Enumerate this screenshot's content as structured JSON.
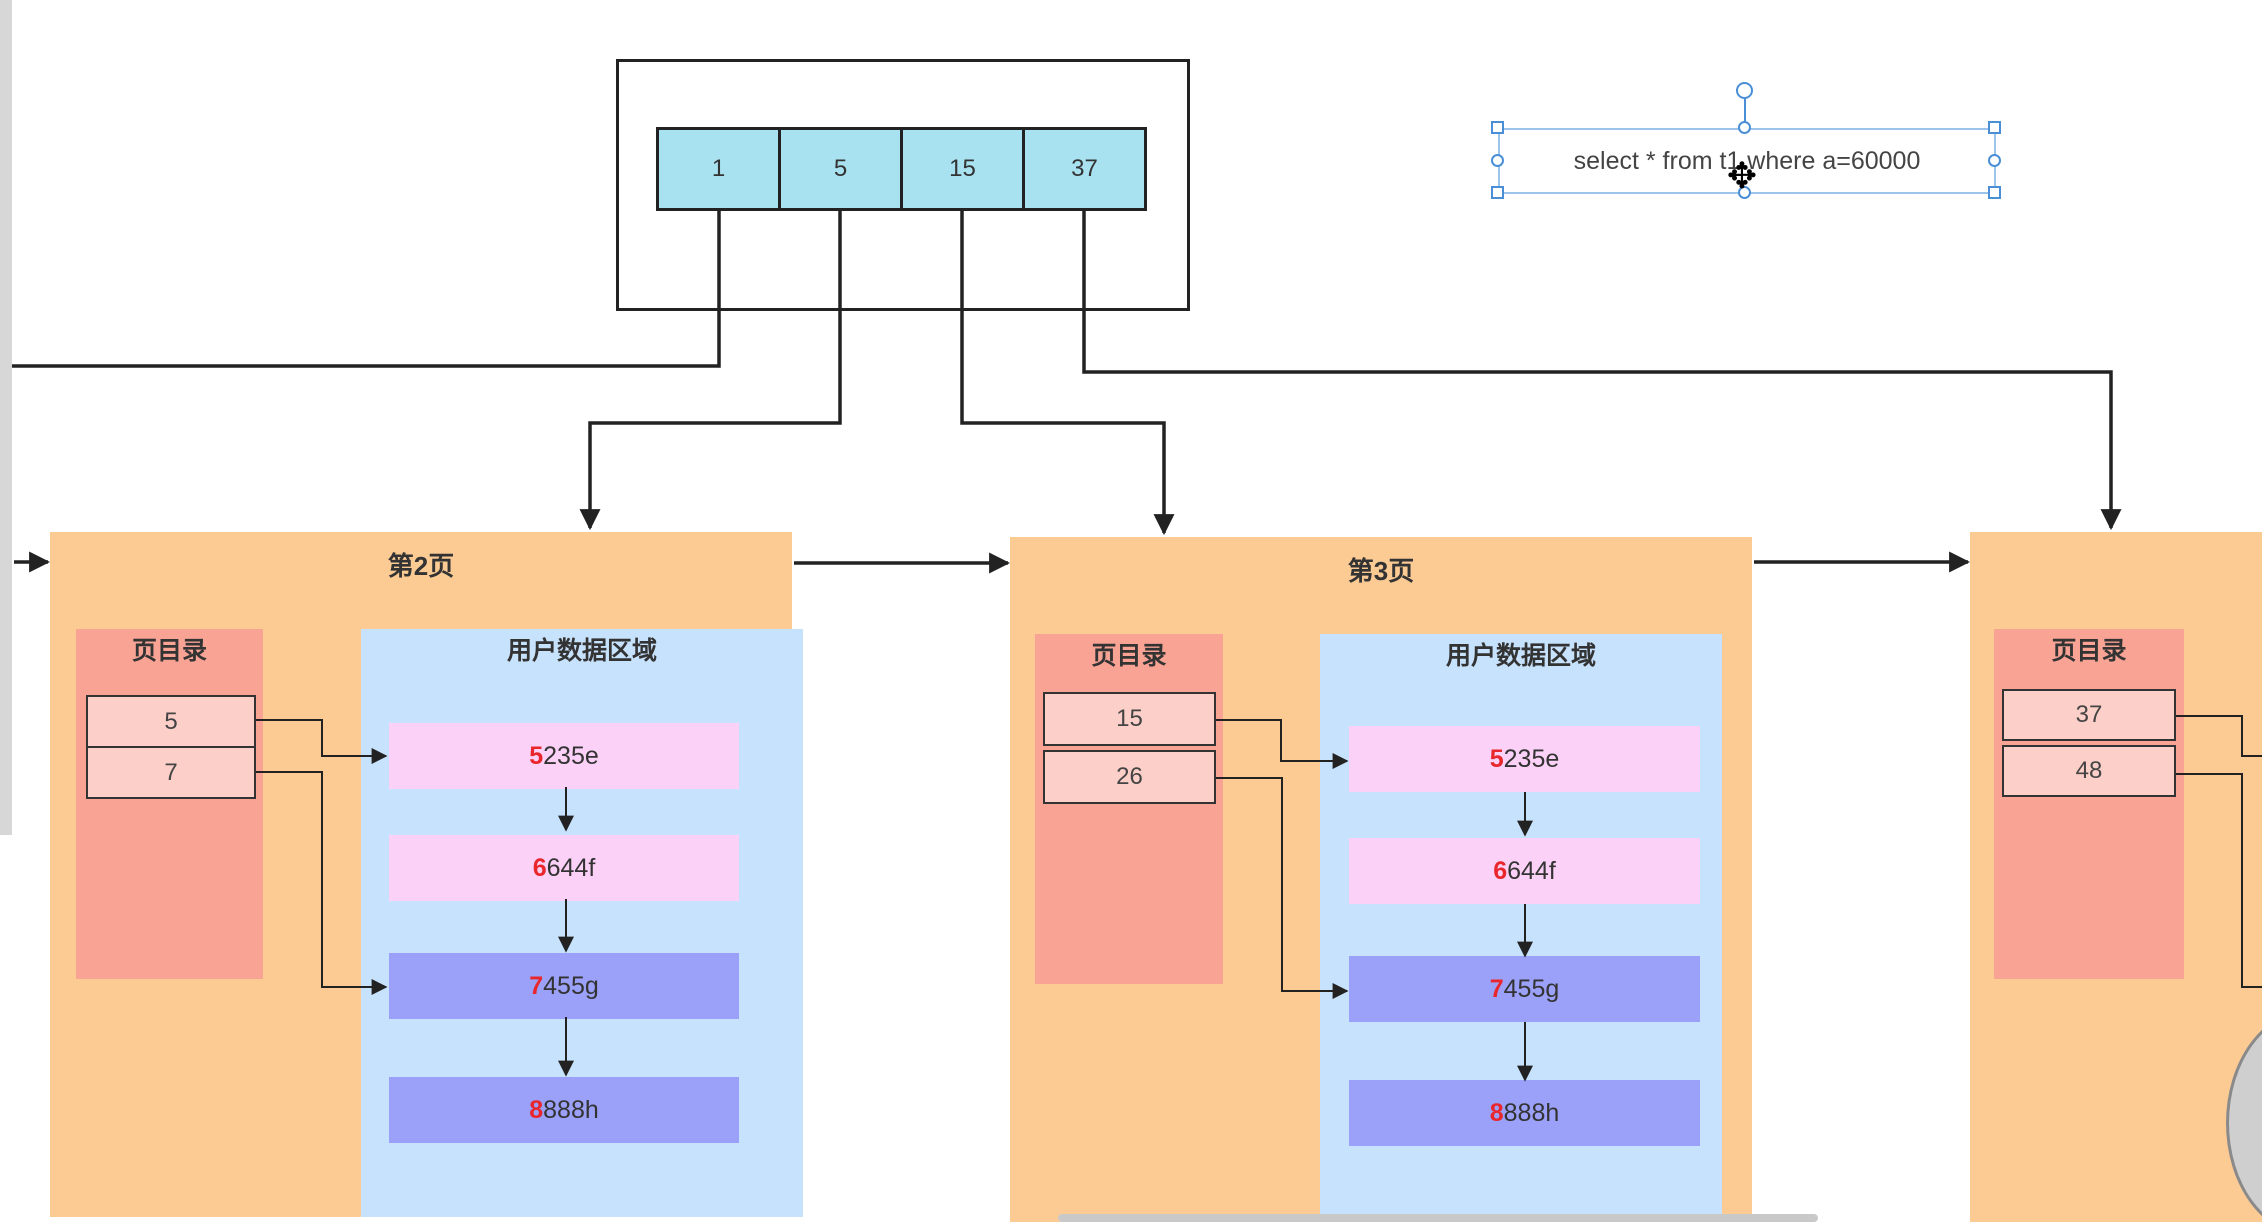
{
  "root_node": {
    "keys": [
      "1",
      "5",
      "15",
      "37"
    ]
  },
  "query_box": {
    "text": "select * from t1 where a=60000",
    "move_icon": "move-arrows-icon"
  },
  "pages": [
    {
      "title": "第2页",
      "directory": {
        "title": "页目录",
        "slots": [
          "5",
          "7"
        ]
      },
      "data_area": {
        "title": "用户数据区域",
        "records": [
          {
            "key": "5",
            "rest": "235e",
            "color": "pink"
          },
          {
            "key": "6",
            "rest": "644f",
            "color": "pink"
          },
          {
            "key": "7",
            "rest": "455g",
            "color": "violet"
          },
          {
            "key": "8",
            "rest": "888h",
            "color": "violet"
          }
        ]
      }
    },
    {
      "title": "第3页",
      "directory": {
        "title": "页目录",
        "slots": [
          "15",
          "26"
        ]
      },
      "data_area": {
        "title": "用户数据区域",
        "records": [
          {
            "key": "5",
            "rest": "235e",
            "color": "pink"
          },
          {
            "key": "6",
            "rest": "644f",
            "color": "pink"
          },
          {
            "key": "7",
            "rest": "455g",
            "color": "violet"
          },
          {
            "key": "8",
            "rest": "888h",
            "color": "violet"
          }
        ]
      }
    },
    {
      "title": "",
      "directory": {
        "title": "页目录",
        "slots": [
          "37",
          "48"
        ]
      }
    }
  ],
  "colors": {
    "page_background": "#fccb94",
    "page_directory": "#f9a394",
    "directory_slot": "#fccfc8",
    "data_area": "#c7e2fc",
    "record_pink": "#fcd1f8",
    "record_violet": "#9ba1f8",
    "root_key_cell": "#a8e2f0",
    "record_key_text": "#e8262c",
    "selection_handles": "#4a8fd6"
  }
}
